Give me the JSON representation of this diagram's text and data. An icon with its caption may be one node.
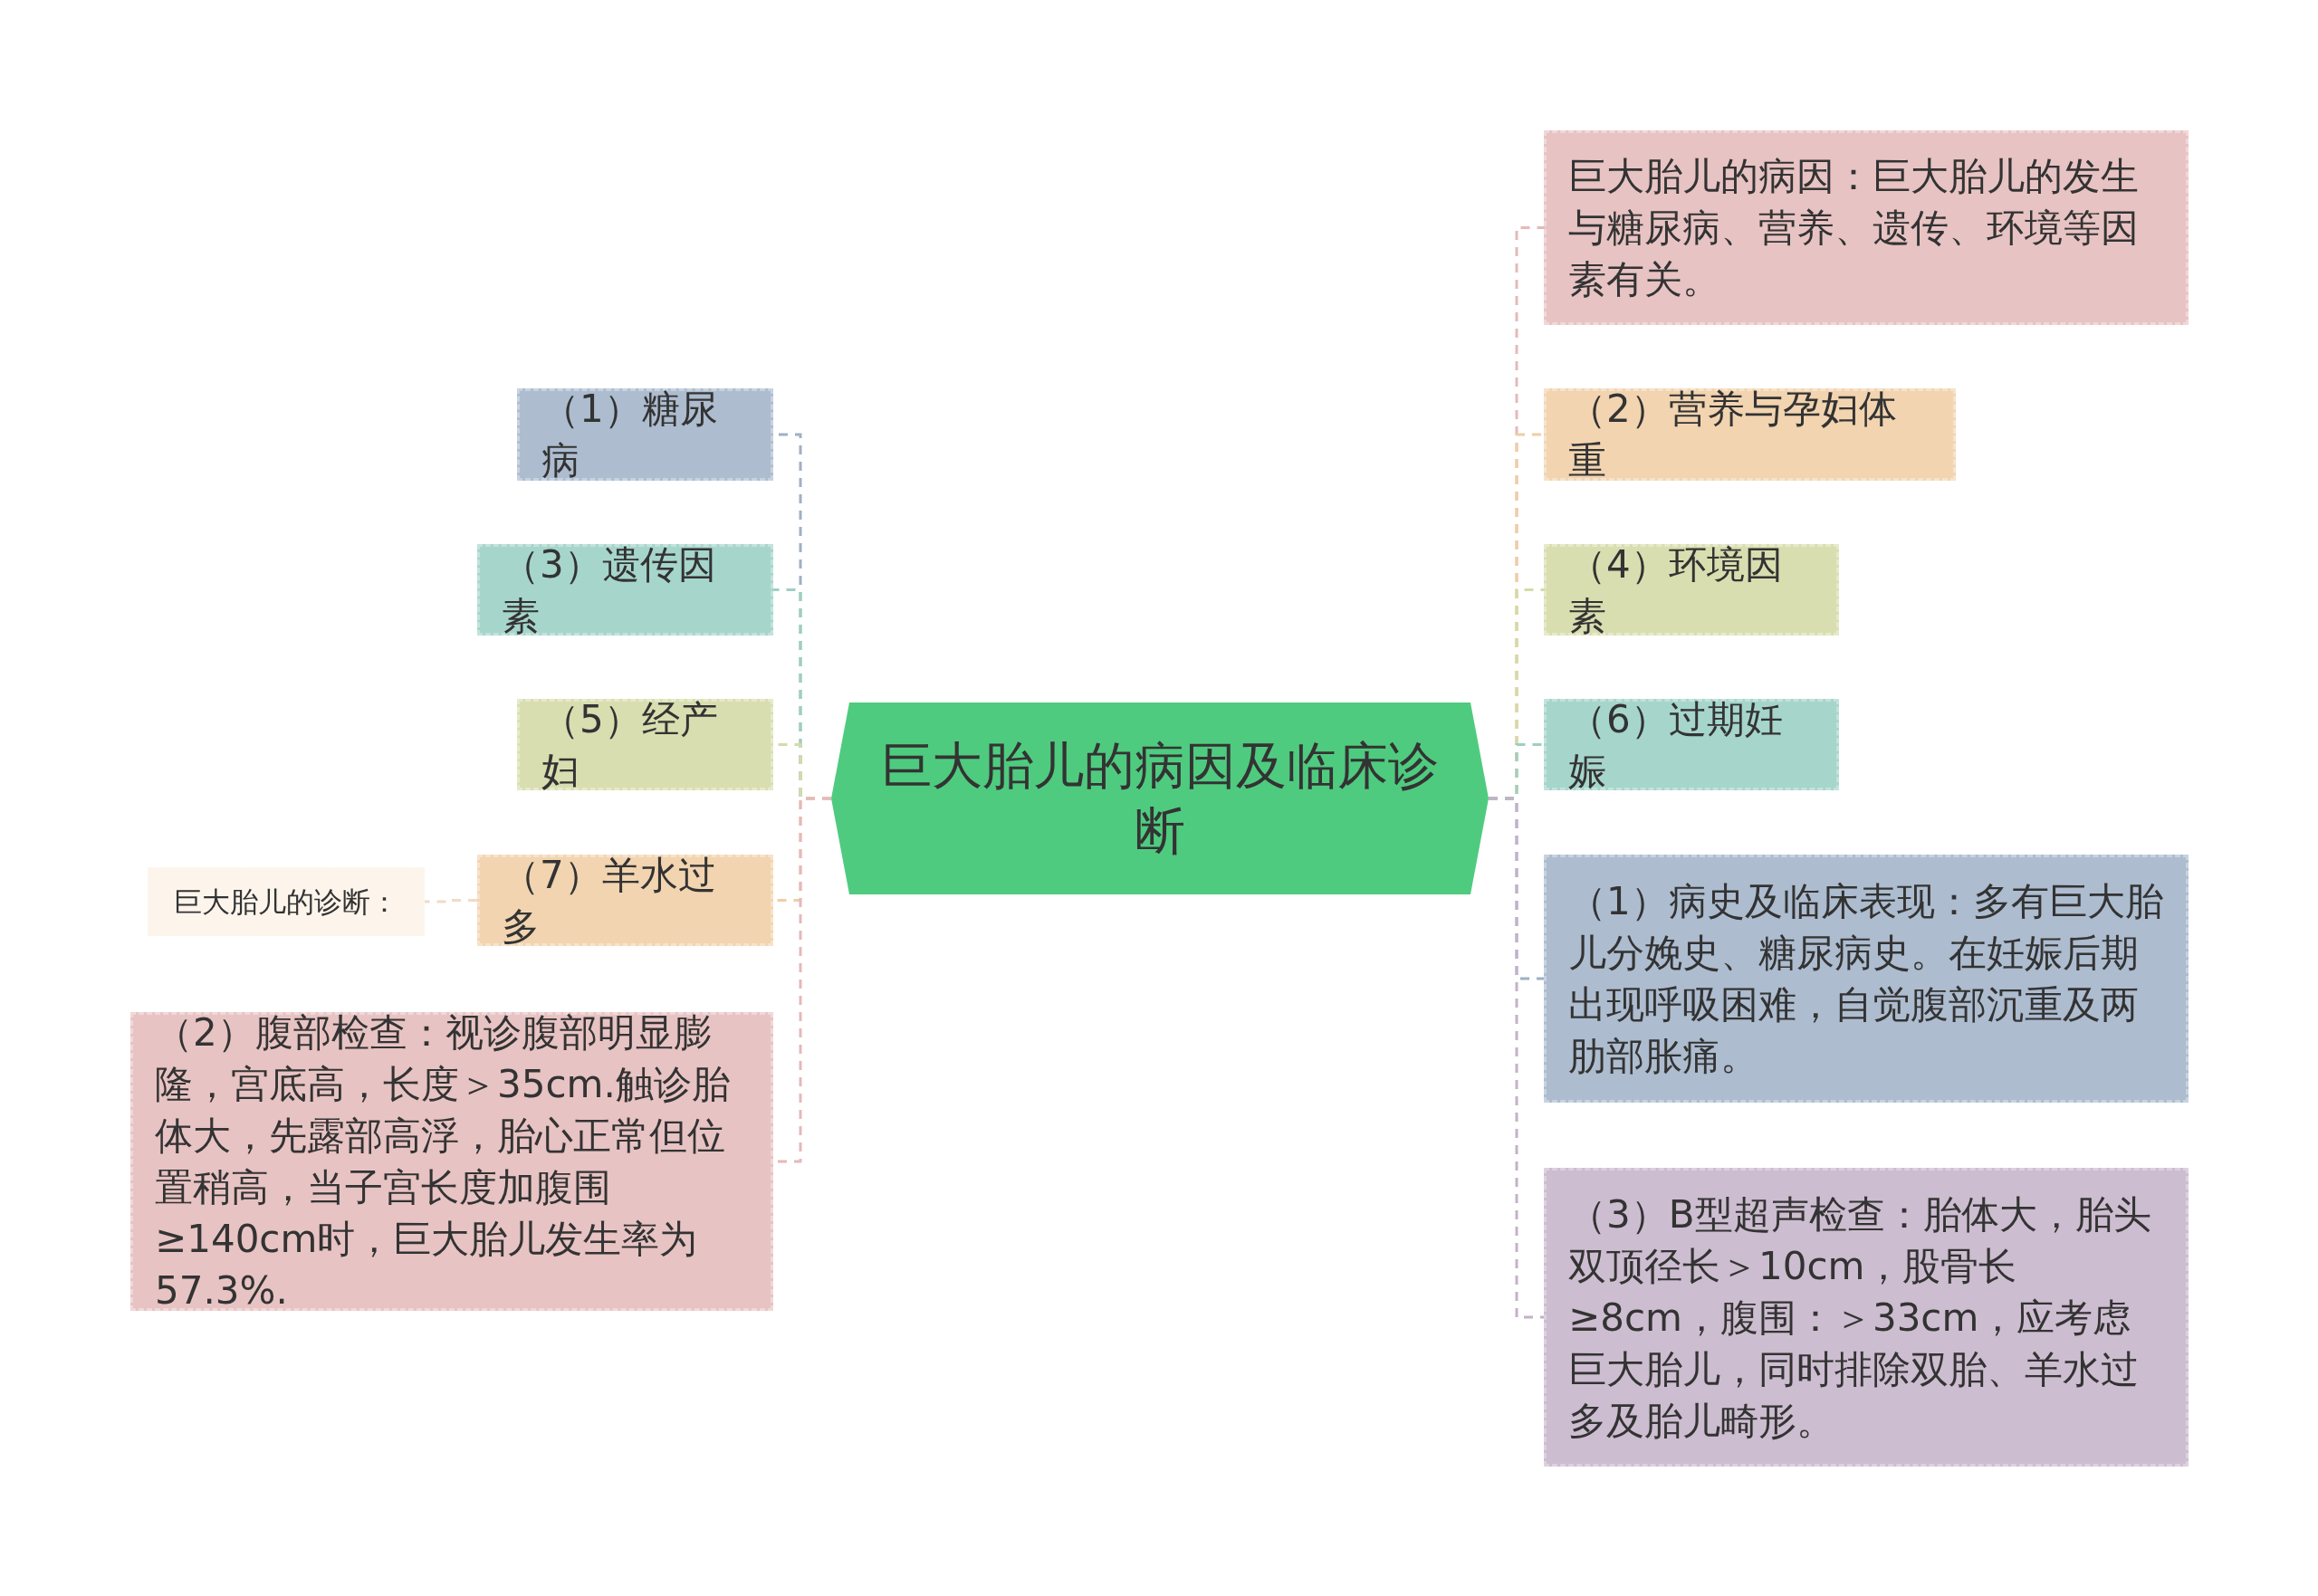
{
  "diagram": {
    "nodes": [
      {
        "text": [
          "巨大胎儿的病因及临床诊断"
        ]
      },
      {
        "text": [
          "（1）糖尿病"
        ]
      },
      {
        "text": [
          "（3）遗传因素"
        ]
      },
      {
        "text": [
          "（5）经产妇"
        ]
      },
      {
        "text": [
          "（7）羊水过多"
        ]
      },
      {
        "text": [
          "巨大胎儿的诊断："
        ]
      },
      {
        "text": [
          "（2）腹部检查：视诊腹部明显膨隆，宫底高，长度＞35cm.触诊胎体大，先露部高浮，胎心正常但位置稍高，当子宫长度加腹围≥140cm时，巨大胎儿发生率为57.3%."
        ]
      },
      {
        "text": [
          "巨大胎儿的病因：巨大胎儿的发生与糖尿病、营养、遗传、环境等因素有关。"
        ]
      },
      {
        "text": [
          "（2）营养与孕妇体重"
        ]
      },
      {
        "text": [
          "（4）环境因素"
        ]
      },
      {
        "text": [
          "（6）过期妊娠"
        ]
      },
      {
        "text": [
          "（1）病史及临床表现：多有巨大胎儿分娩史、糖尿病史。在妊娠后期出现呼吸困难，自觉腹部沉重及两肋部胀痛。"
        ]
      },
      {
        "text": [
          "（3）B型超声检查：胎体大，胎头双顶径长＞10cm，股骨长≥8cm，腹围：＞33cm，应考虑巨大胎儿，同时排除双胎、羊水过多及胎儿畸形。"
        ]
      }
    ],
    "edges": [
      {
        "from": 0,
        "to": 1,
        "arrow": "none",
        "style": "dashed",
        "color": "#9fb0c4"
      },
      {
        "from": 0,
        "to": 2,
        "arrow": "none",
        "style": "dashed",
        "color": "#9fcfc2"
      },
      {
        "from": 0,
        "to": 3,
        "arrow": "none",
        "style": "dashed",
        "color": "#d5dba6"
      },
      {
        "from": 0,
        "to": 4,
        "arrow": "none",
        "style": "dashed",
        "color": "#efcda6"
      },
      {
        "from": 4,
        "to": 5,
        "arrow": "none",
        "style": "dashed",
        "color": "#efdcc6"
      },
      {
        "from": 0,
        "to": 6,
        "arrow": "none",
        "style": "dashed",
        "color": "#e6b9b9"
      },
      {
        "from": 0,
        "to": 7,
        "arrow": "none",
        "style": "dashed",
        "color": "#e6b9b9"
      },
      {
        "from": 0,
        "to": 8,
        "arrow": "none",
        "style": "dashed",
        "color": "#efcda6"
      },
      {
        "from": 0,
        "to": 9,
        "arrow": "none",
        "style": "dashed",
        "color": "#d5dba6"
      },
      {
        "from": 0,
        "to": 10,
        "arrow": "none",
        "style": "dashed",
        "color": "#9fcfc2"
      },
      {
        "from": 0,
        "to": 11,
        "arrow": "none",
        "style": "dashed",
        "color": "#9fb0c4"
      },
      {
        "from": 0,
        "to": 12,
        "arrow": "none",
        "style": "dashed",
        "color": "#c3b2c7"
      }
    ]
  }
}
